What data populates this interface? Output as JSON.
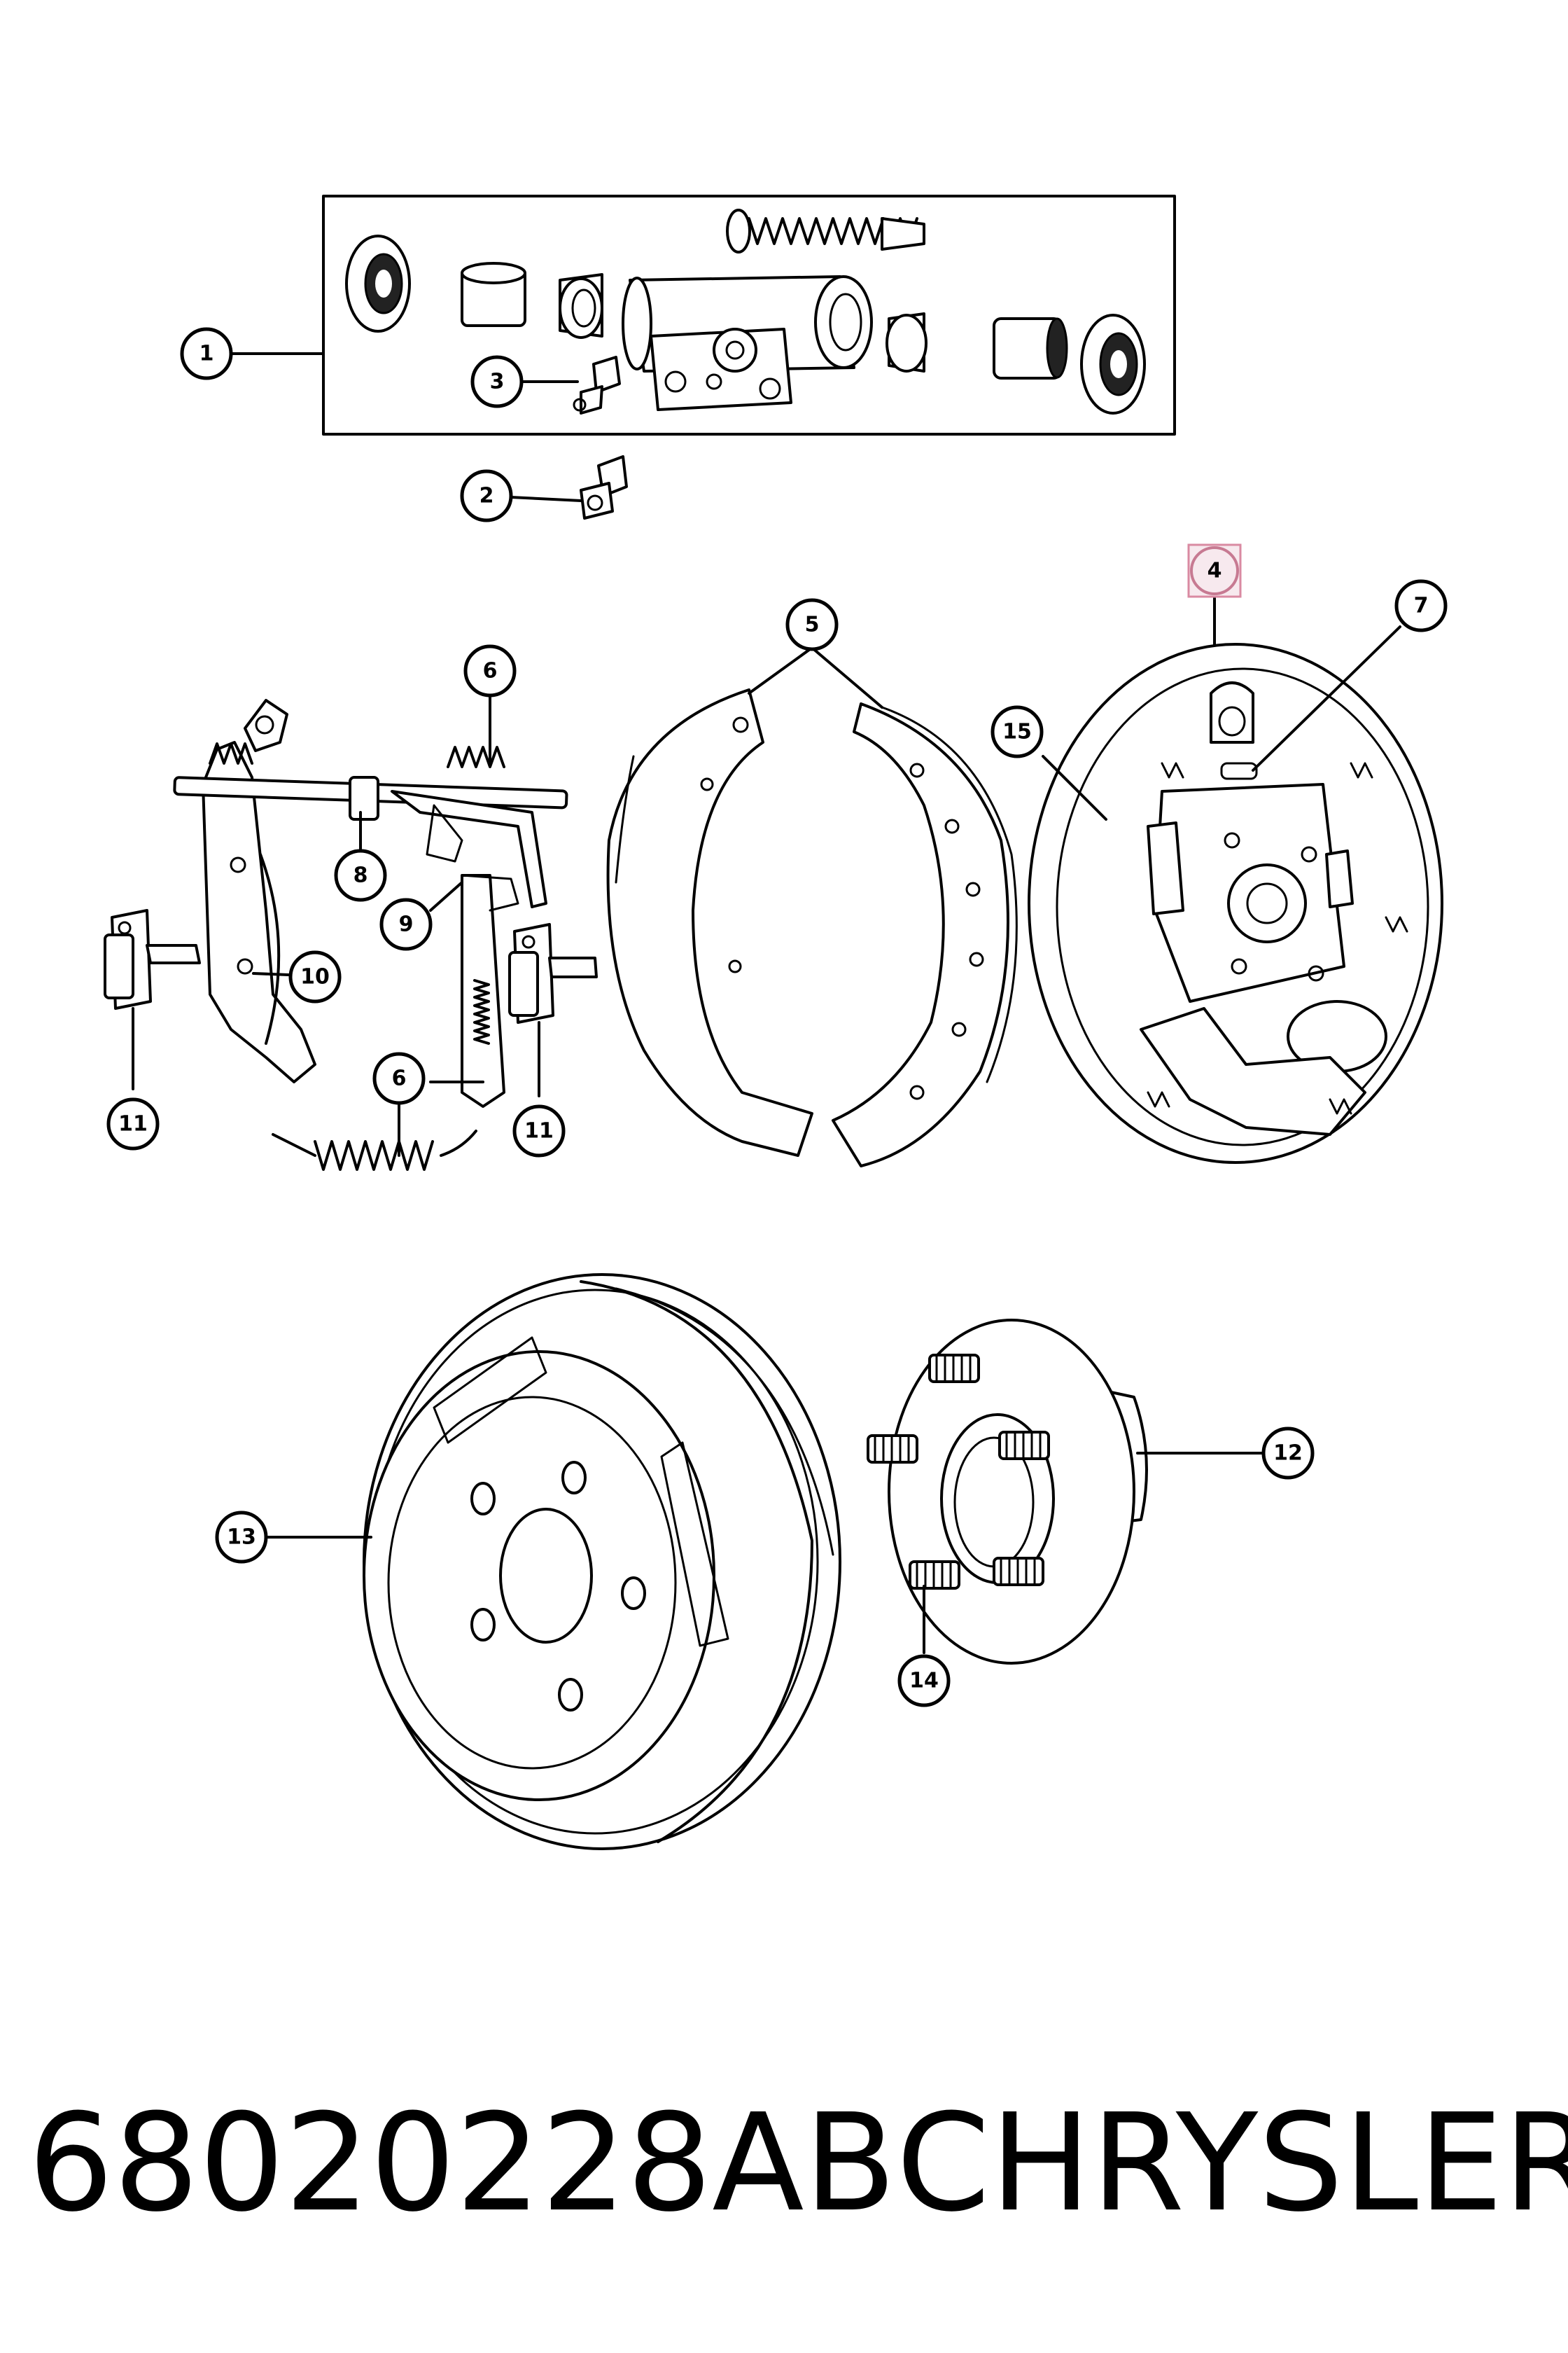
{
  "callouts": {
    "c1": "1",
    "c2": "2",
    "c3": "3",
    "c4": "4",
    "c5": "5",
    "c6a": "6",
    "c6b": "6",
    "c7": "7",
    "c8": "8",
    "c9": "9",
    "c10": "10",
    "c11a": "11",
    "c11b": "11",
    "c12": "12",
    "c13": "13",
    "c14": "14",
    "c15": "15"
  },
  "caption": {
    "part_number": "68020228AB",
    "brand": "CHRYSLER"
  },
  "highlighted_callout": "4",
  "colors": {
    "highlight_fill": "#f7e9ee",
    "highlight_stroke": "#d98aa2"
  }
}
